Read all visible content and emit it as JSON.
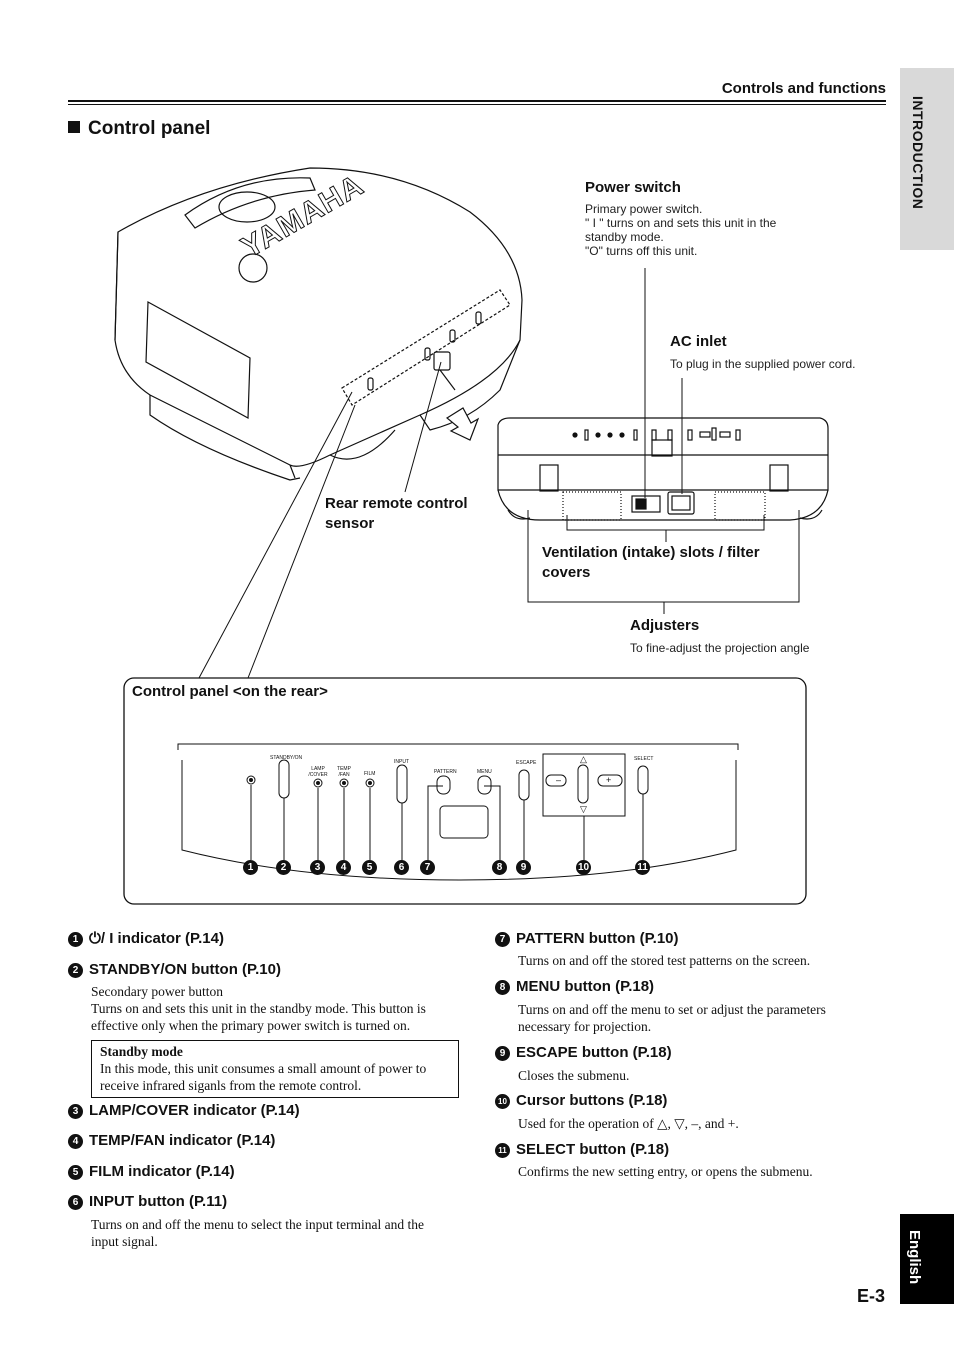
{
  "header": {
    "section_title": "Controls and functions",
    "side_tab_top": "INTRODUCTION",
    "side_tab_bottom": "English",
    "page_number": "E-3"
  },
  "main_heading": "Control panel",
  "illustration": {
    "brand": "YAMAHA",
    "callouts": {
      "power_switch": {
        "title": "Power switch",
        "lines": [
          "Primary power switch.",
          "\" I \" turns on and sets this unit in the",
          "standby mode.",
          "\"O\" turns off this unit."
        ]
      },
      "ac_inlet": {
        "title": "AC inlet",
        "desc": "To plug in the supplied power cord."
      },
      "rear_sensor": {
        "title_line1": "Rear remote control",
        "title_line2": "sensor"
      },
      "ventilation": {
        "title_line1": "Ventilation (intake) slots / filter",
        "title_line2": "covers"
      },
      "adjusters": {
        "title": "Adjusters",
        "desc": "To fine-adjust the projection angle"
      }
    },
    "panel": {
      "title": "Control panel <on the rear>",
      "labels": [
        "STANDBY/ON",
        "LAMP /COVER",
        "TEMP /FAN",
        "FILM",
        "INPUT",
        "PATTERN",
        "MENU",
        "ESCAPE",
        "SELECT"
      ],
      "numbers": [
        "1",
        "2",
        "3",
        "4",
        "5",
        "6",
        "7",
        "8",
        "9",
        "10",
        "11"
      ]
    }
  },
  "items_left": [
    {
      "num": "1",
      "title": "⏻/ I indicator (P.14)"
    },
    {
      "num": "2",
      "title": "STANDBY/ON button (P.10)",
      "lines": [
        "Secondary power button",
        "Turns on and sets this unit in the standby mode. This button is",
        "effective only when the primary power switch is turned on."
      ]
    },
    {
      "note_title": "Standby mode",
      "note_lines": [
        "In this mode, this unit consumes a small amount of power to",
        "receive infrared siganls from the remote control."
      ]
    },
    {
      "num": "3",
      "title": "LAMP/COVER indicator (P.14)"
    },
    {
      "num": "4",
      "title": "TEMP/FAN indicator (P.14)"
    },
    {
      "num": "5",
      "title": "FILM indicator (P.14)"
    },
    {
      "num": "6",
      "title": "INPUT button (P.11)",
      "lines": [
        "Turns on and off the menu to select the input terminal and the",
        "input signal."
      ]
    }
  ],
  "items_right": [
    {
      "num": "7",
      "title": "PATTERN button (P.10)",
      "lines": [
        "Turns on and off the stored test patterns on the screen."
      ]
    },
    {
      "num": "8",
      "title": "MENU button (P.18)",
      "lines": [
        "Turns on and off the menu to set or adjust the parameters",
        "necessary for projection."
      ]
    },
    {
      "num": "9",
      "title": "ESCAPE button (P.18)",
      "lines": [
        "Closes the submenu."
      ]
    },
    {
      "num": "10",
      "title": "Cursor buttons (P.18)",
      "lines": [
        "Used for the operation of △, ▽, –, and +."
      ]
    },
    {
      "num": "11",
      "title": "SELECT button (P.18)",
      "lines": [
        "Confirms the new setting entry, or opens the submenu."
      ]
    }
  ]
}
